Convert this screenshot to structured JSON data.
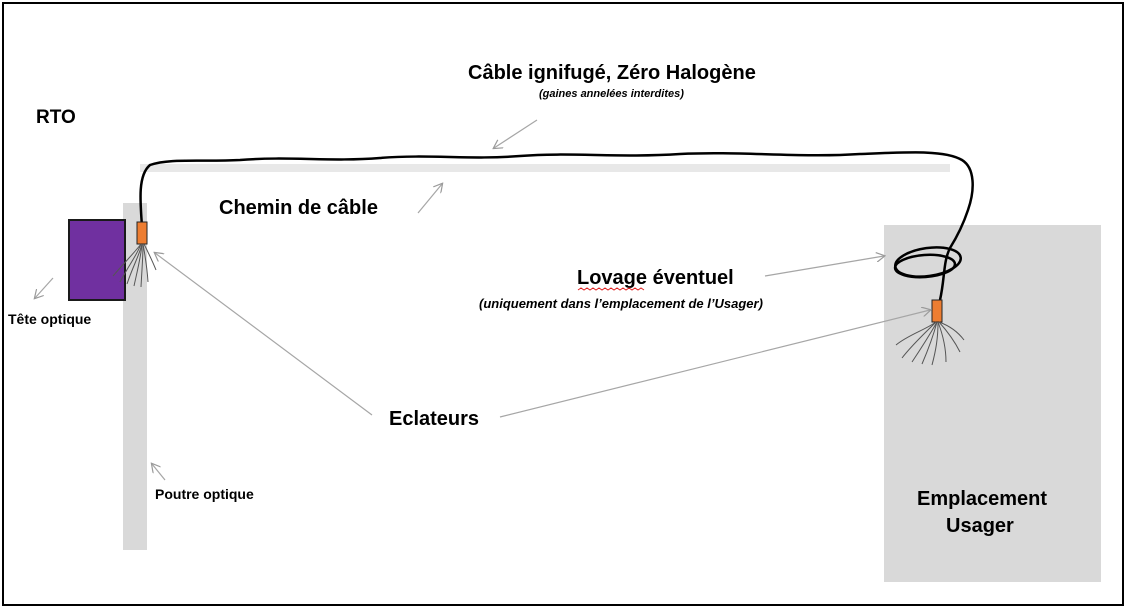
{
  "labels": {
    "rto": "RTO",
    "cable_title": "Câble ignifugé, Zéro Halogène",
    "cable_subtitle": "(gaines annelées interdites)",
    "chemin": "Chemin de câble",
    "tete": "Tête optique",
    "poutre": "Poutre optique",
    "lovage": "Lovage éventuel",
    "lovage_sub": "(uniquement dans l’emplacement de l’Usager)",
    "eclateurs": "Eclateurs",
    "emplacement_line1": "Emplacement",
    "emplacement_line2": "Usager"
  },
  "colors": {
    "frame": "#000000",
    "gray_block": "#d9d9d9",
    "cable_tray": "#e8e8e8",
    "optical_head": "#7030a0",
    "connector": "#ed7d31",
    "arrow": "#a6a6a6",
    "cable": "#000000"
  }
}
